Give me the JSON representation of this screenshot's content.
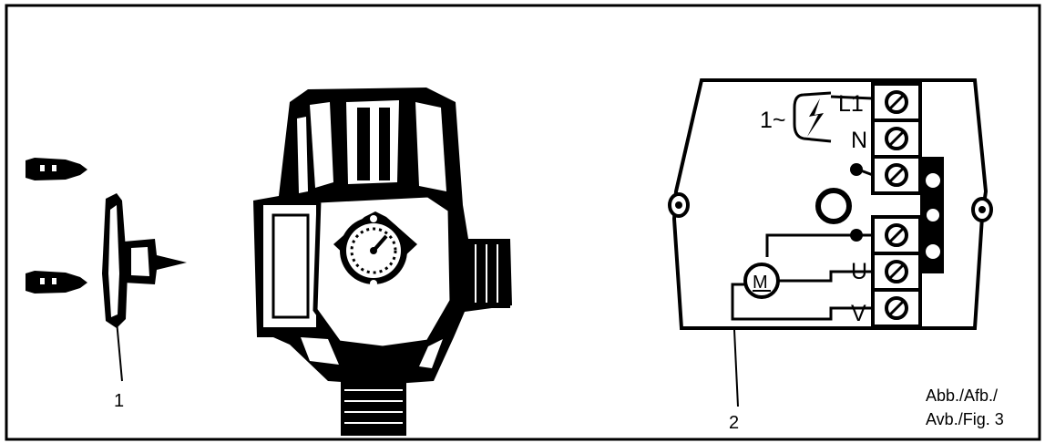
{
  "labels": {
    "item_1": "1",
    "item_2": "2",
    "phase": "1~",
    "term_l1": "L1",
    "term_n": "N",
    "term_u": "U",
    "term_v": "V",
    "motor": "M"
  },
  "caption": {
    "line1": "Abb./Afb./",
    "line2": "Avb./Fig. 3"
  },
  "icons": {
    "lightning": "lightning-bolt-icon",
    "motor": "motor-symbol-icon",
    "screw": "screw-terminal-icon"
  },
  "colors": {
    "ink": "#000000",
    "paper": "#ffffff"
  }
}
